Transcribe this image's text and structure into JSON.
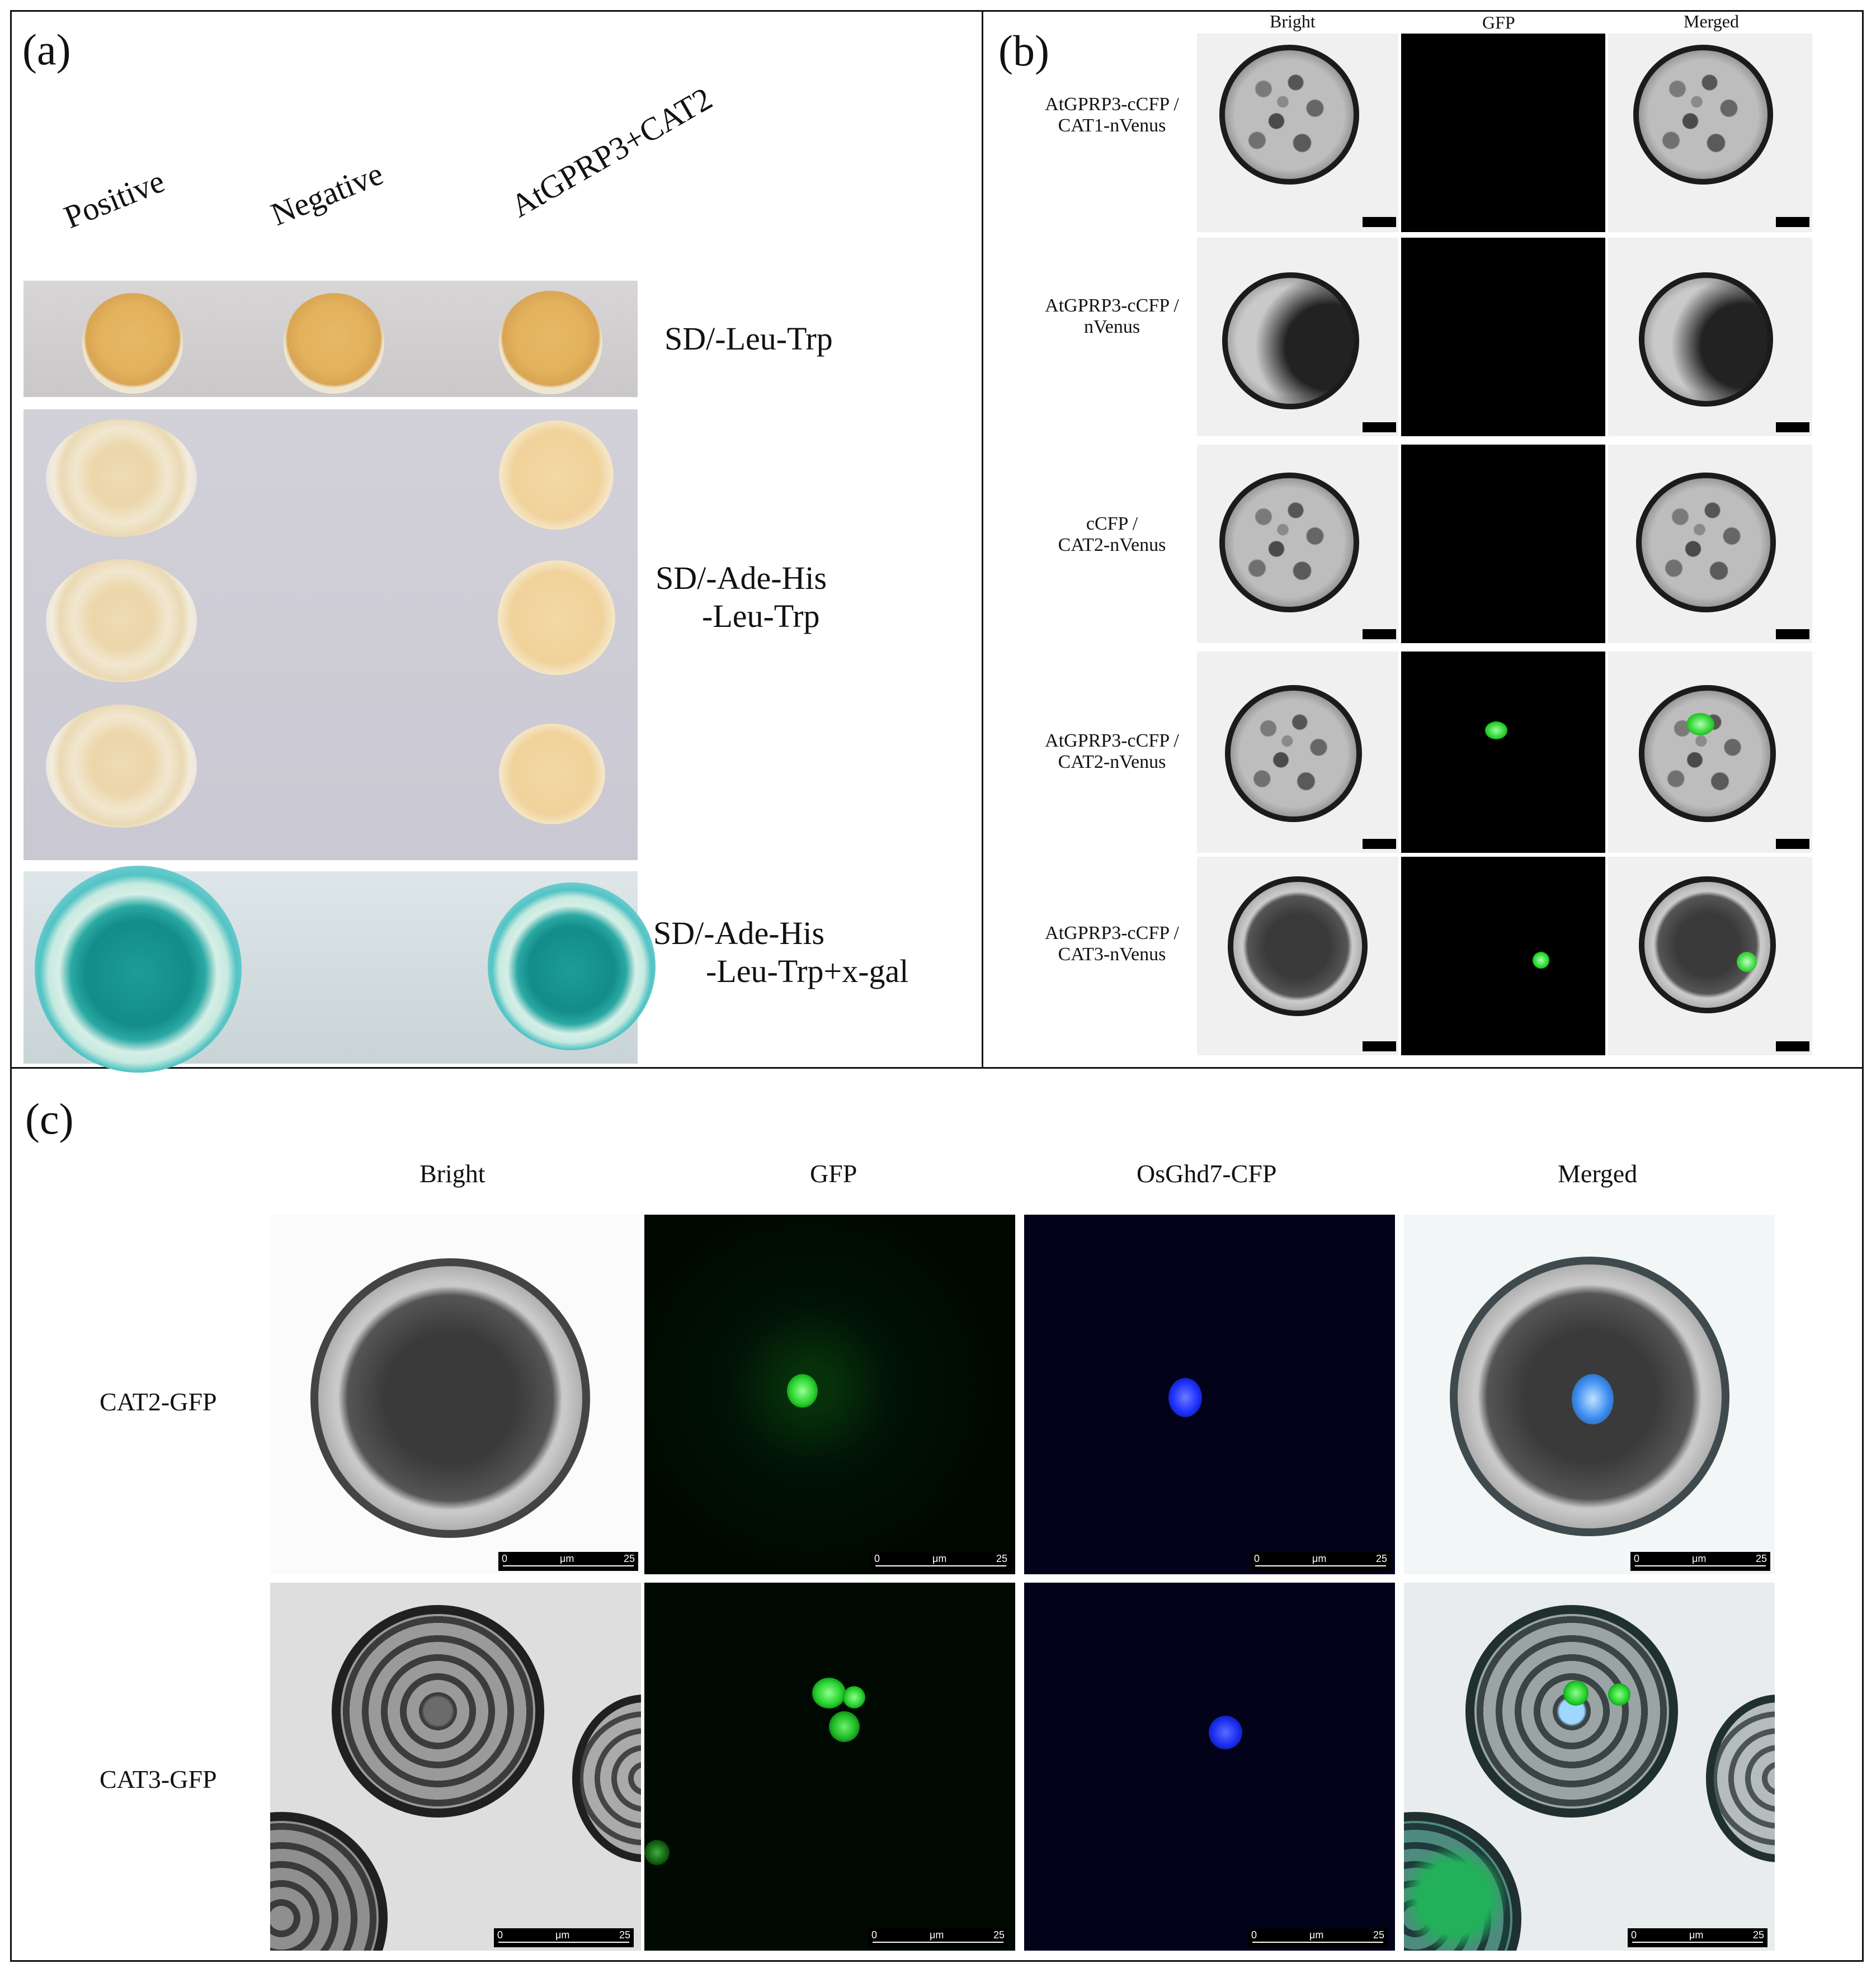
{
  "panel_a": {
    "letter": "(a)",
    "columns": [
      "Positive",
      "Negative",
      "AtGPRP3+CAT2"
    ],
    "media": [
      [
        "SD/-Leu-Trp"
      ],
      [
        "SD/-Ade-His",
        "-Leu-Trp"
      ],
      [
        "SD/-Ade-His",
        "-Leu-Trp+x-gal"
      ]
    ]
  },
  "panel_b": {
    "letter": "(b)",
    "columns": [
      "Bright",
      "GFP",
      "Merged"
    ],
    "rows": [
      [
        "AtGPRP3-cCFP /",
        "CAT1-nVenus"
      ],
      [
        "AtGPRP3-cCFP /",
        "nVenus"
      ],
      [
        "cCFP /",
        "CAT2-nVenus"
      ],
      [
        "AtGPRP3-cCFP /",
        "CAT2-nVenus"
      ],
      [
        "AtGPRP3-cCFP /",
        "CAT3-nVenus"
      ]
    ]
  },
  "panel_c": {
    "letter": "(c)",
    "columns": [
      "Bright",
      "GFP",
      "OsGhd7-CFP",
      "Merged"
    ],
    "rows": [
      "CAT2-GFP",
      "CAT3-GFP"
    ],
    "scalebar": {
      "start": "0",
      "unit": "μm",
      "end": "25"
    }
  },
  "colors": {
    "gfp": "#22e02a",
    "cfp": "#1530ff",
    "xgal": "#149892",
    "colony": "#e2b25c"
  }
}
